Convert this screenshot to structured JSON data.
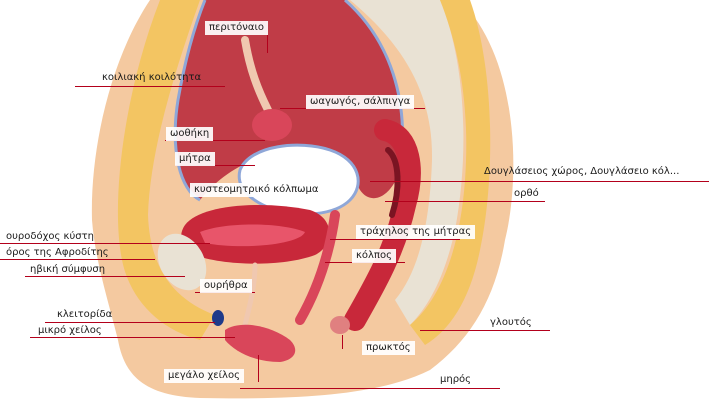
{
  "colors": {
    "skin": "#f4c9a0",
    "fat": "#f3c562",
    "muscle": "#c8283a",
    "peritoneum_line": "#8fa7d8",
    "bone": "#e9e2d4",
    "leader": "#b3001b"
  },
  "labels": {
    "peritoneum": "περιτόναιο",
    "abdominal_cavity": "κοιλιακή κοιλότητα",
    "fallopian_tube": "ωαγωγός, σάλπιγγα",
    "ovary": "ωοθήκη",
    "uterus": "μήτρα",
    "douglas": "Δουγλάσειος χώρος, Δουγλάσειο κόλ...",
    "vesicouterine": "κυστεομητρικό κόλπωμα",
    "rectum": "ορθό",
    "bladder": "ουροδόχος κύστη",
    "cervix": "τράχηλος της μήτρας",
    "mons": "όρος της Αφροδίτης",
    "vagina": "κόλπος",
    "pubic_symphysis": "ηβική σύμφυση",
    "urethra": "ουρήθρα",
    "clitoris": "κλειτορίδα",
    "labia_minora": "μικρό χείλος",
    "gluteus": "γλουτός",
    "anus": "πρωκτός",
    "labia_majora": "μεγάλο χείλος",
    "thigh": "μηρός"
  }
}
